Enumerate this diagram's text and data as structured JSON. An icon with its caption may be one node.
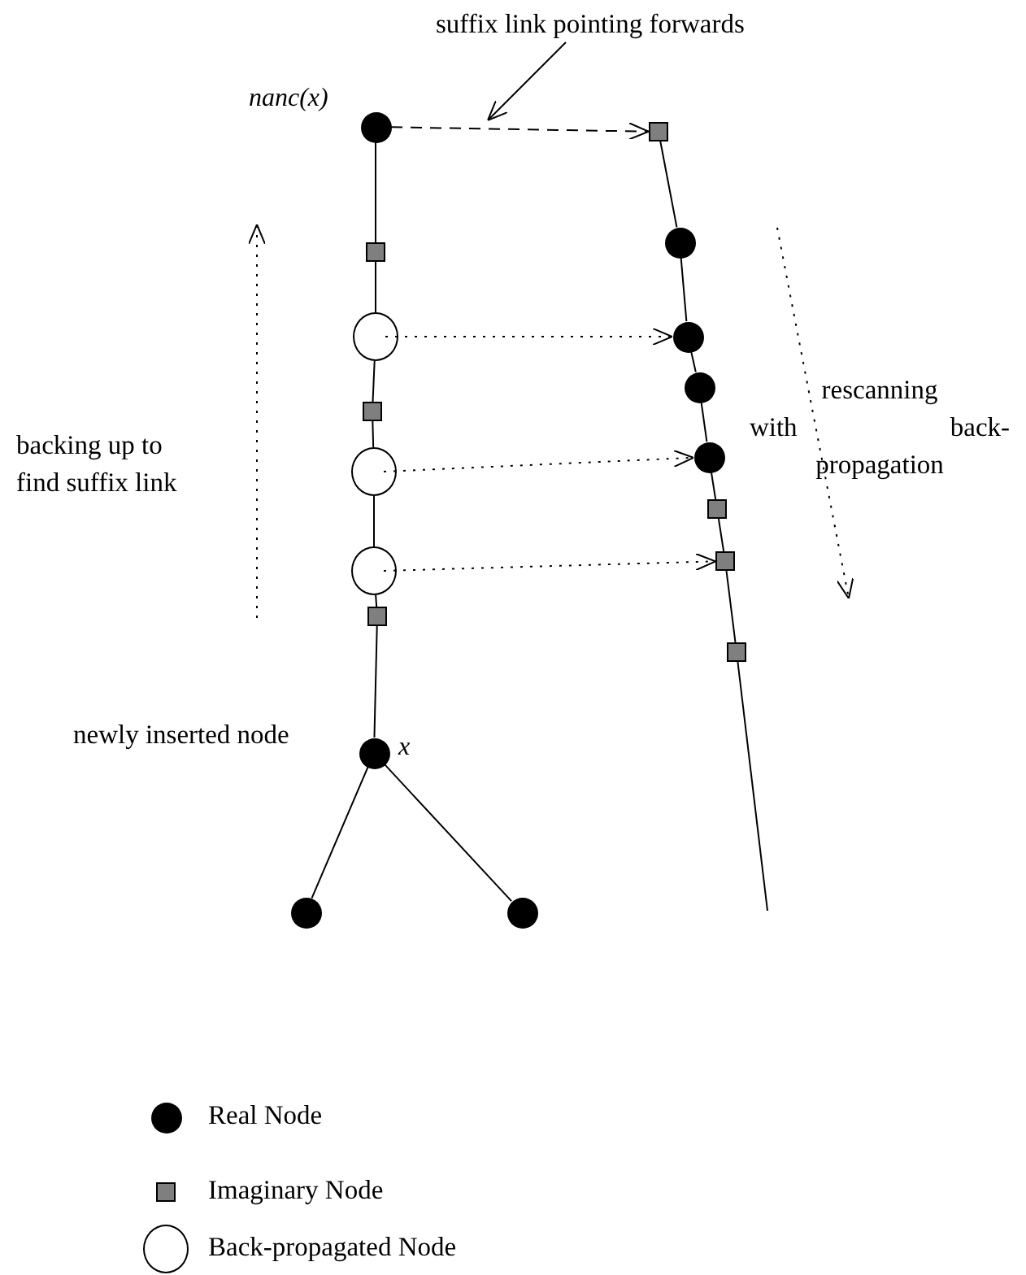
{
  "diagram": {
    "nodes": [
      {
        "text": [],
        "shape": "dot",
        "beside": [
          "nanc(x)"
        ]
      },
      {
        "text": [],
        "shape": "box"
      },
      {
        "text": [],
        "shape": "circle"
      },
      {
        "text": [],
        "shape": "box"
      },
      {
        "text": [],
        "shape": "circle"
      },
      {
        "text": [],
        "shape": "circle"
      },
      {
        "text": [],
        "shape": "box"
      },
      {
        "text": [],
        "shape": "dot",
        "beside": [
          "newly inserted node",
          "x"
        ]
      },
      {
        "text": [],
        "shape": "dot"
      },
      {
        "text": [],
        "shape": "dot"
      },
      {
        "text": [],
        "shape": "box"
      },
      {
        "text": [],
        "shape": "dot"
      },
      {
        "text": [],
        "shape": "dot"
      },
      {
        "text": [],
        "shape": "dot"
      },
      {
        "text": [],
        "shape": "dot"
      },
      {
        "text": [],
        "shape": "box"
      },
      {
        "text": [],
        "shape": "box"
      },
      {
        "text": [],
        "shape": "box"
      },
      {
        "text": [
          "suffix link pointing forwards"
        ]
      }
    ],
    "edges": [
      {
        "from": 0,
        "to": 1,
        "arrow": "none"
      },
      {
        "from": 1,
        "to": 2,
        "arrow": "none"
      },
      {
        "from": 2,
        "to": 3,
        "arrow": "none"
      },
      {
        "from": 3,
        "to": 4,
        "arrow": "none"
      },
      {
        "from": 4,
        "to": 5,
        "arrow": "none"
      },
      {
        "from": 5,
        "to": 6,
        "arrow": "none"
      },
      {
        "from": 6,
        "to": 7,
        "arrow": "none"
      },
      {
        "from": 7,
        "to": 8,
        "arrow": "none"
      },
      {
        "from": 7,
        "to": 9,
        "arrow": "none"
      },
      {
        "from": 10,
        "to": 11,
        "arrow": "none"
      },
      {
        "from": 11,
        "to": 12,
        "arrow": "none"
      },
      {
        "from": 12,
        "to": 13,
        "arrow": "none"
      },
      {
        "from": 13,
        "to": 14,
        "arrow": "none"
      },
      {
        "from": 14,
        "to": 15,
        "arrow": "none"
      },
      {
        "from": 15,
        "to": 16,
        "arrow": "none"
      },
      {
        "from": 16,
        "to": 17,
        "arrow": "none"
      },
      {
        "from": 17,
        "to": null,
        "arrow": "none"
      },
      {
        "from": 0,
        "to": 10,
        "arrow": "to",
        "style": "dashed"
      },
      {
        "from": 2,
        "to": 12,
        "arrow": "to",
        "style": "dashed"
      },
      {
        "from": 4,
        "to": 14,
        "arrow": "to",
        "style": "dashed"
      },
      {
        "from": 5,
        "to": 16,
        "arrow": "to",
        "style": "dashed"
      },
      {
        "from": 18,
        "to": null,
        "arrow": "to"
      }
    ],
    "labels": [
      "backing up to find suffix link",
      "rescanning with back-propagation"
    ],
    "legend": [
      {
        "text": "Real Node"
      },
      {
        "text": "Imaginary Node"
      },
      {
        "text": "Back-propagated Node"
      }
    ]
  }
}
